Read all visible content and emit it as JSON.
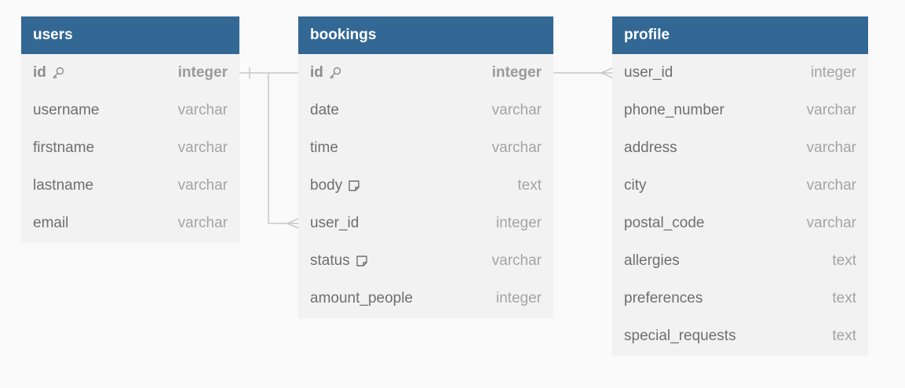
{
  "tables": [
    {
      "id": "users",
      "name": "users",
      "columns": [
        {
          "name": "id",
          "type": "integer",
          "pk": true,
          "icon": "key-icon"
        },
        {
          "name": "username",
          "type": "varchar"
        },
        {
          "name": "firstname",
          "type": "varchar"
        },
        {
          "name": "lastname",
          "type": "varchar"
        },
        {
          "name": "email",
          "type": "varchar"
        }
      ]
    },
    {
      "id": "bookings",
      "name": "bookings",
      "columns": [
        {
          "name": "id",
          "type": "integer",
          "pk": true,
          "icon": "key-icon"
        },
        {
          "name": "date",
          "type": "varchar"
        },
        {
          "name": "time",
          "type": "varchar"
        },
        {
          "name": "body",
          "type": "text",
          "icon": "note-icon"
        },
        {
          "name": "user_id",
          "type": "integer"
        },
        {
          "name": "status",
          "type": "varchar",
          "icon": "note-icon"
        },
        {
          "name": "amount_people",
          "type": "integer"
        }
      ]
    },
    {
      "id": "profile",
      "name": "profile",
      "columns": [
        {
          "name": "user_id",
          "type": "integer"
        },
        {
          "name": "phone_number",
          "type": "varchar"
        },
        {
          "name": "address",
          "type": "varchar"
        },
        {
          "name": "city",
          "type": "varchar"
        },
        {
          "name": "postal_code",
          "type": "varchar"
        },
        {
          "name": "allergies",
          "type": "text"
        },
        {
          "name": "preferences",
          "type": "text"
        },
        {
          "name": "special_requests",
          "type": "text"
        }
      ]
    }
  ],
  "colors": {
    "header": "#336895",
    "body": "#f2f2f2",
    "connector": "#c8c8c8"
  }
}
